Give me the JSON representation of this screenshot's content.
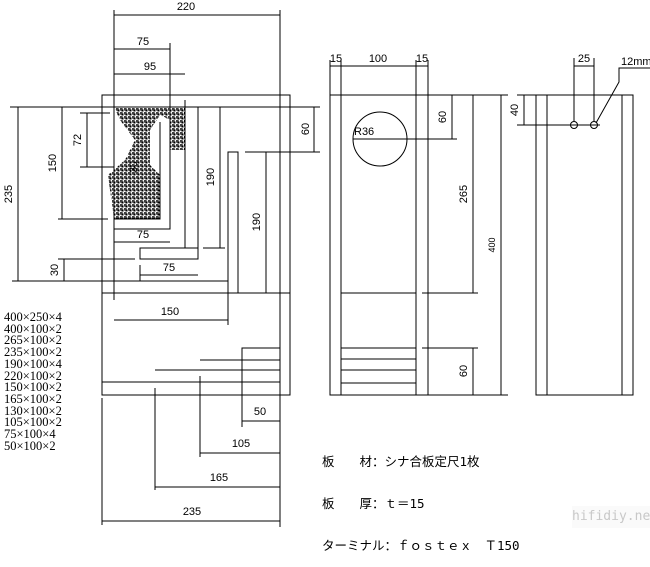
{
  "side_view": {
    "dims": {
      "width": "220",
      "d75a": "75",
      "d95": "95",
      "d235": "235",
      "d150": "150",
      "d72": "72",
      "d30label": "30",
      "d190a": "190",
      "d190b": "190",
      "d60": "60",
      "d30": "30",
      "d75b": "75",
      "d75c": "75",
      "d150b": "150"
    },
    "bottom_dims": {
      "d50": "50",
      "d105": "105",
      "d165": "165",
      "d235": "235"
    }
  },
  "front_view": {
    "dims": {
      "left": "15",
      "width": "100",
      "right": "15",
      "radius": "R36",
      "d60": "60",
      "d265": "265",
      "d400": "400",
      "d60b": "60"
    }
  },
  "back_view": {
    "dims": {
      "d25": "25",
      "hole": "12mm",
      "d40": "40"
    }
  },
  "parts_list": [
    "400×250×4",
    "400×100×2",
    "265×100×2",
    "235×100×2",
    "190×100×4",
    "220×100×2",
    "150×100×2",
    "165×100×2",
    "130×100×2",
    "105×100×2",
    "75×100×4",
    "50×100×2"
  ],
  "spec": {
    "material": "板　　材：シナ合板定尺1枚",
    "thickness": "板　　厚：ｔ＝15",
    "terminal": "ターミナル：ｆｏｓｔｅｘ　Ｔ150"
  },
  "watermark": "hifidiy.net"
}
